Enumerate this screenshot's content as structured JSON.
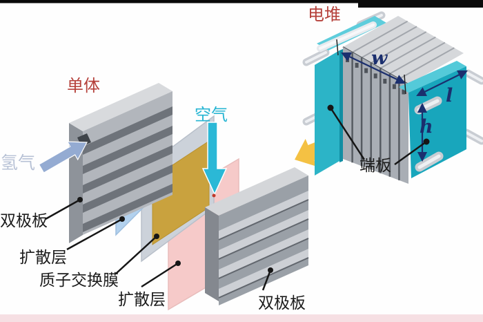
{
  "labels": {
    "stack": "电堆",
    "single_cell": "单体",
    "air": "空气",
    "hydrogen": "氢气",
    "bipolar_plate_left": "双极板",
    "diffusion_layer_upper": "扩散层",
    "membrane": "质子交换膜",
    "diffusion_layer_lower": "扩散层",
    "bipolar_plate_right": "双极板",
    "end_plate": "端板",
    "dim_w": "w",
    "dim_l": "l",
    "dim_h": "h"
  },
  "colors": {
    "red_label": "#b5403a",
    "cyan_label": "#27b5d3",
    "hydrogen_label": "#b7c1d5",
    "dim_label": "#1b2f6e",
    "teal_outer_face": "#2cb4c7",
    "teal_right_face": "#18a6bc",
    "teal_strip_left": "#5ecddc",
    "teal_strip_right": "#54cad9",
    "teal_sliver": "#118ea3",
    "blue_sheet": "#b2d1ee",
    "gray_sheet": "#ccd2da",
    "gold_sheet": "#c9a23e",
    "pink_sheet": "#f6cac9",
    "air_arrow": "#2bb8d6",
    "hydrogen_arrow": "#94abd2",
    "yellow_arrow": "#f4c143",
    "callout": "#161616",
    "bottom_strip": "#f6dfe3",
    "top_bar": "#0a0a0a"
  }
}
